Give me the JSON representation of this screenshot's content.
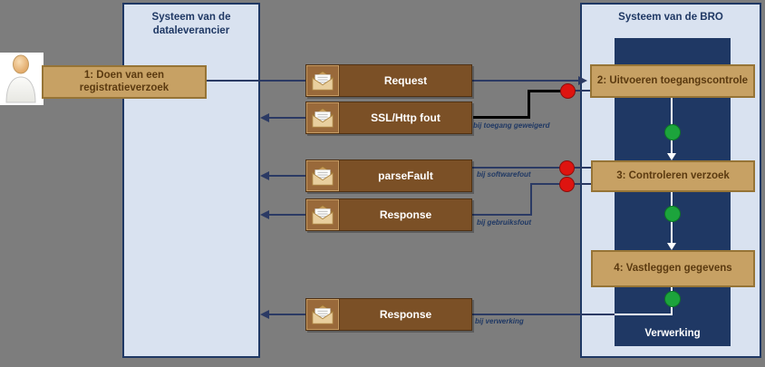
{
  "diagram": {
    "lanes": {
      "dataleverancier": {
        "title": "Systeem van de dataleverancier"
      },
      "bro": {
        "title": "Systeem van de BRO"
      }
    },
    "steps": {
      "step1": {
        "label": "1: Doen van een registratieverzoek"
      },
      "step2": {
        "label": "2: Uitvoeren toegangscontrole"
      },
      "step3": {
        "label": "3: Controleren verzoek"
      },
      "step4": {
        "label": "4: Vastleggen gegevens"
      }
    },
    "messages": {
      "request": {
        "label": "Request"
      },
      "ssl_http_fout": {
        "label": "SSL/Http fout",
        "condition": "bij toegang geweigerd"
      },
      "parse_fault": {
        "label": "parseFault",
        "condition": "bij softwarefout"
      },
      "response_mid": {
        "label": "Response",
        "condition": "bij gebruiksfout"
      },
      "response_bottom": {
        "label": "Response",
        "condition": "bij verwerking"
      }
    },
    "activity_label": "Verwerking",
    "icons": {
      "actor": "person-icon",
      "message": "envelope-icon"
    },
    "colors": {
      "background": "#7d7d7d",
      "lane_fill": "#d9e2f0",
      "lane_border": "#1f3864",
      "activity_bar": "#1f3864",
      "step_fill": "#c7a164",
      "step_border": "#967436",
      "message_fill": "#7b5026",
      "line": "#2b3a64",
      "error_dot": "#de1410",
      "ok_dot": "#1ca43c"
    }
  }
}
